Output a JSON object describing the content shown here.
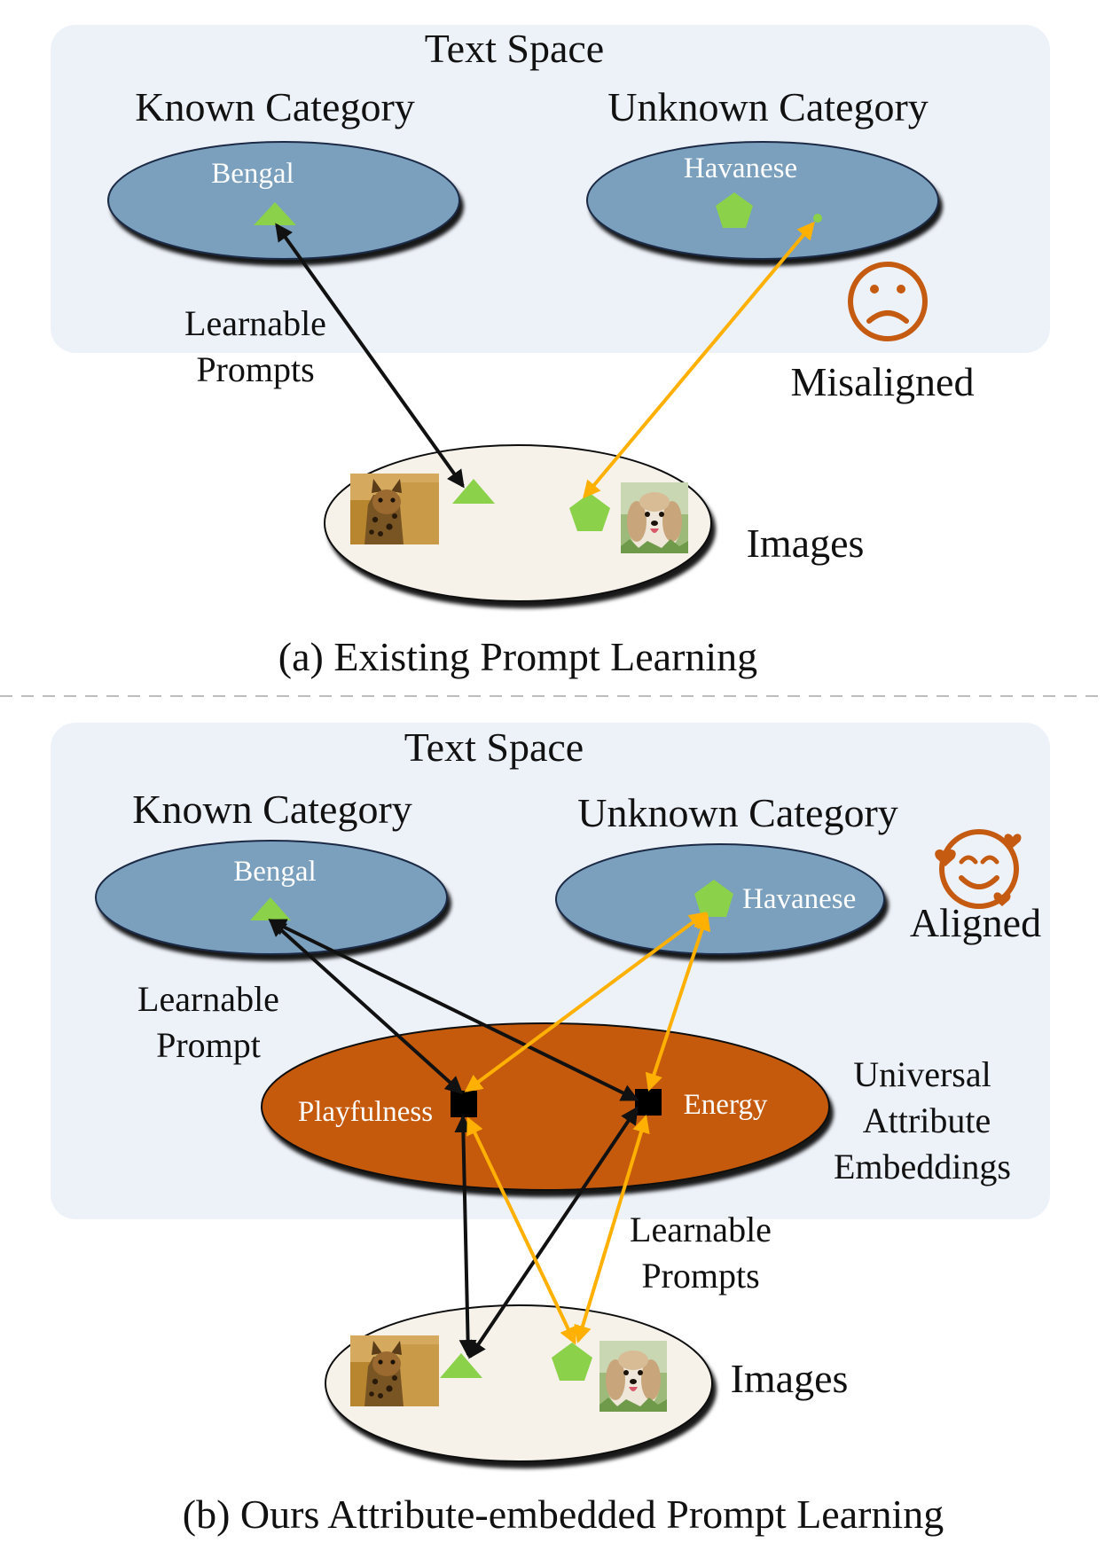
{
  "colors": {
    "panel": "#edf2f9",
    "category_ellipse": "#7aa0be",
    "attribute_ellipse": "#c55a11",
    "image_ellipse": "#f6f2ea",
    "known_marker": "#8bd14a",
    "aligned_arrow": "#111111",
    "misaligned_arrow": "#ffb000",
    "emoji": "#c55a11"
  },
  "icons": {
    "sad_face": "sad-face-icon",
    "happy_face": "smiling-face-with-hearts-icon",
    "triangle": "triangle-marker",
    "pentagon": "pentagon-marker",
    "square": "square-node"
  },
  "panel_a": {
    "space_title": "Text Space",
    "known_label": "Known Category",
    "unknown_label": "Unknown Category",
    "known_class": "Bengal",
    "unknown_class": "Havanese",
    "prompt_label_line1": "Learnable",
    "prompt_label_line2": "Prompts",
    "status": "Misaligned",
    "images_label": "Images",
    "caption": "(a) Existing Prompt Learning"
  },
  "panel_b": {
    "space_title": "Text Space",
    "known_label": "Known Category",
    "unknown_label": "Unknown Category",
    "known_class": "Bengal",
    "unknown_class": "Havanese",
    "status": "Aligned",
    "prompt_label_line1": "Learnable",
    "prompt_label_line2": "Prompt",
    "attr1": "Playfulness",
    "attr2": "Energy",
    "attr_label_line1": "Universal",
    "attr_label_line2": "Attribute",
    "attr_label_line3": "Embeddings",
    "lower_prompt_line1": "Learnable",
    "lower_prompt_line2": "Prompts",
    "images_label": "Images",
    "caption": "(b) Ours Attribute-embedded Prompt Learning"
  }
}
